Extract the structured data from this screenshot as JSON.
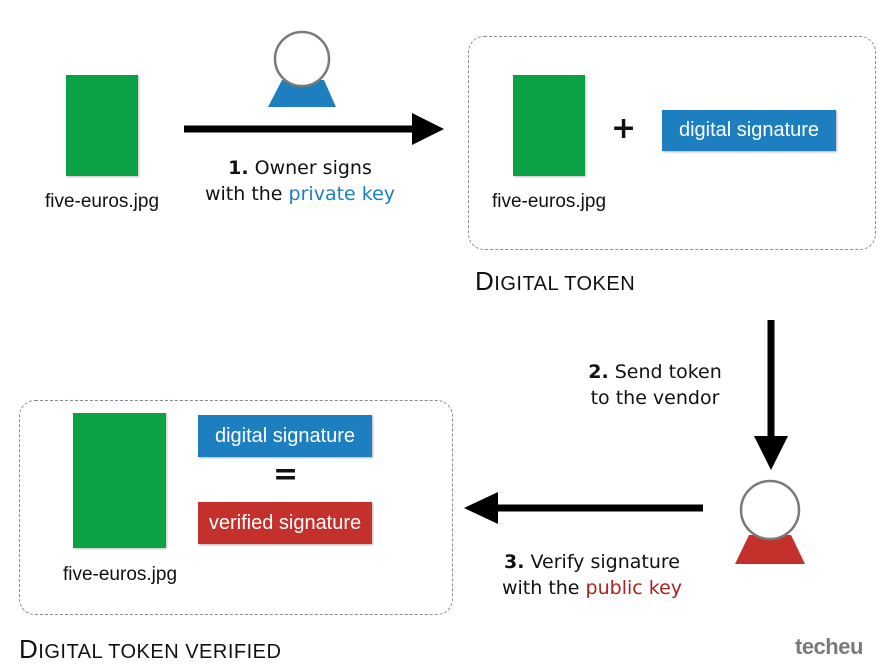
{
  "source_file": {
    "filename": "five-euros.jpg"
  },
  "step1": {
    "number": "1.",
    "line1_text": "Owner signs",
    "line2_prefix": "with the",
    "key": "private key"
  },
  "digital_token": {
    "filename": "five-euros.jpg",
    "plus": "+",
    "signature_label": "digital signature",
    "caption_initial": "D",
    "caption_rest": "IGITAL TOKEN"
  },
  "step2": {
    "number": "2.",
    "line1_text": "Send token",
    "line2": "to the vendor"
  },
  "step3": {
    "number": "3.",
    "line1_text": "Verify signature",
    "line2_prefix": "with the",
    "key": "public key"
  },
  "verified_token": {
    "filename": "five-euros.jpg",
    "signature_label": "digital signature",
    "equals": "=",
    "verified_label": "verified signature",
    "caption_initial": "D",
    "caption_rest": "IGITAL TOKEN VERIFIED"
  },
  "logo": {
    "text": "techeu"
  },
  "colors": {
    "bill": "#0aa245",
    "private_key": "#1d7fc0",
    "public_key": "#c4302b",
    "arrow": "#000000"
  },
  "icons": {
    "owner": "person-icon",
    "vendor": "person-icon"
  }
}
